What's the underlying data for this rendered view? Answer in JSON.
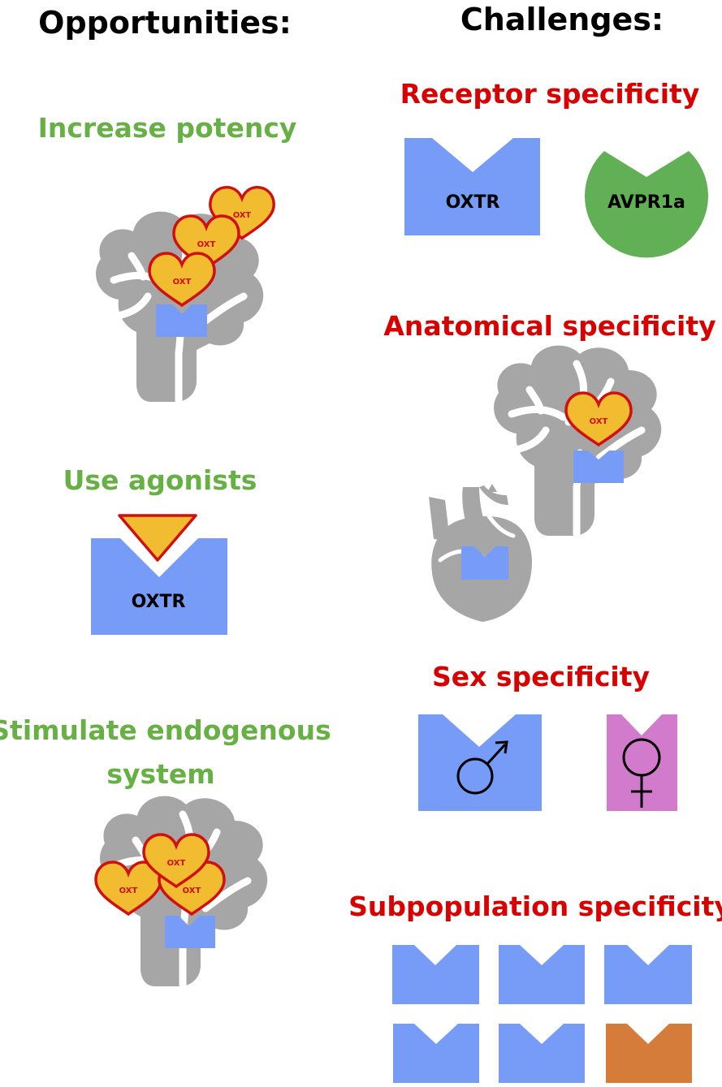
{
  "headers": {
    "opportunities": "Opportunities:",
    "challenges": "Challenges:"
  },
  "opportunities": {
    "increase_potency": "Increase potency",
    "use_agonists": "Use agonists",
    "stimulate_line1": "Stimulate endogenous",
    "stimulate_line2": "system"
  },
  "challenges": {
    "receptor": "Receptor specificity",
    "anatomical": "Anatomical specificity",
    "sex": "Sex specificity",
    "subpopulation": "Subpopulation specificity"
  },
  "labels": {
    "oxtr": "OXTR",
    "avpr1a": "AVPR1a",
    "oxt": "OXT"
  },
  "colors": {
    "receptor_blue": "#779cf8",
    "avpr_green": "#62b056",
    "female_pink": "#d27acc",
    "orange_receptor": "#d57c3b",
    "brain_gray": "#a6a6a6",
    "heart_fill": "#f2bc30",
    "heart_stroke": "#d10f0f",
    "good_text": "#66b044",
    "bad_text": "#d90000"
  }
}
